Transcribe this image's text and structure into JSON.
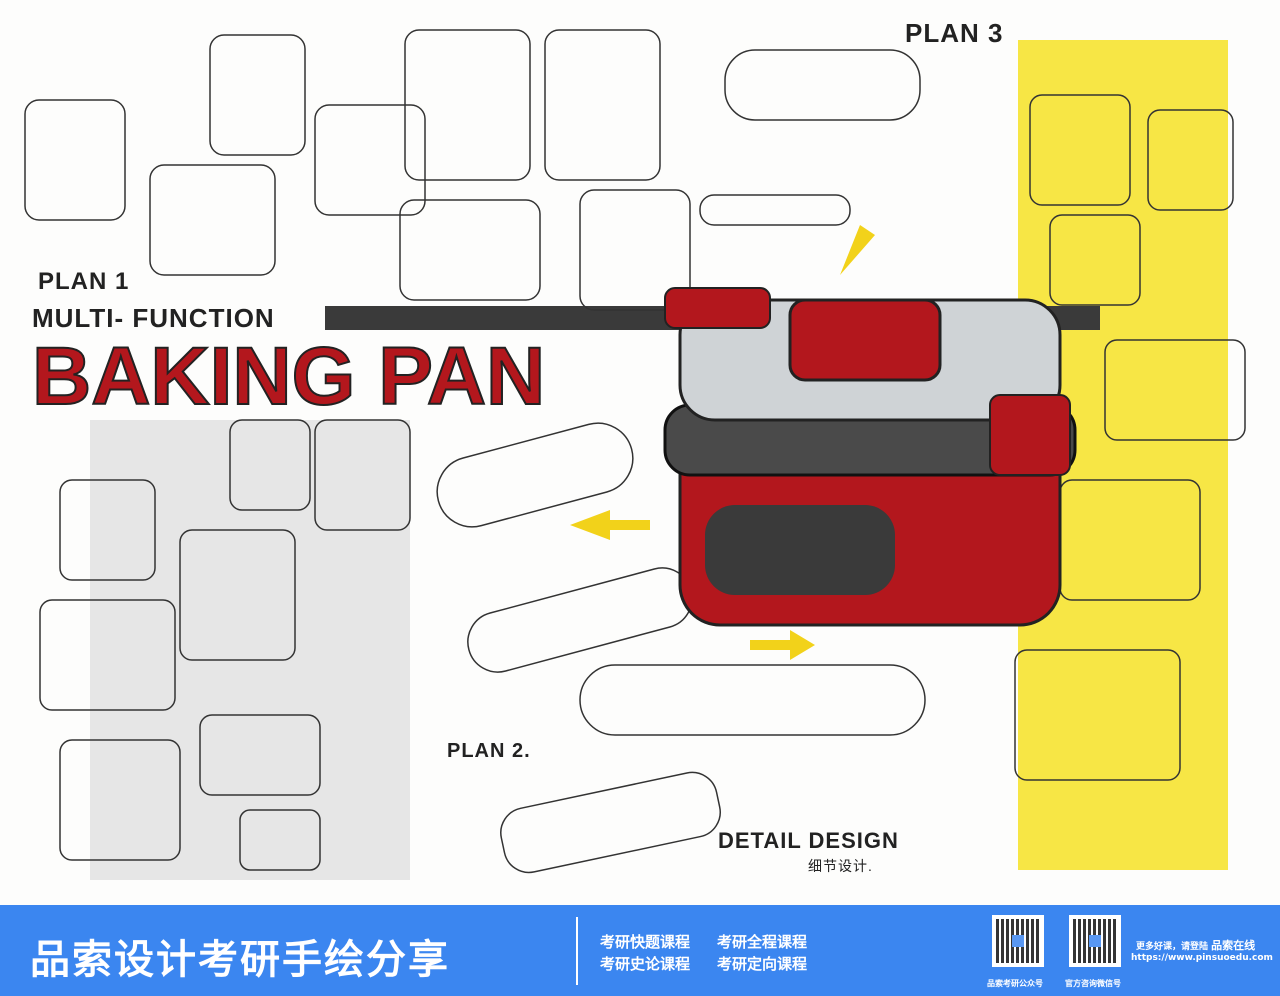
{
  "poster": {
    "plan1": "PLAN 1",
    "multi_function": "MULTI- FUNCTION",
    "baking_pan": "BAKING PAN",
    "plan2": "PLAN 2.",
    "plan3": "PLAN 3",
    "detail_design": "DETAIL DESIGN",
    "detail_design_cn": "细节设计.",
    "colors": {
      "red": "#b3171d",
      "yellow": "#f7e645",
      "gray": "#e4e4e4"
    }
  },
  "banner": {
    "title": "品索设计考研手绘分享",
    "courses": [
      "考研快题课程",
      "考研全程课程",
      "考研史论课程",
      "考研定向课程"
    ],
    "qr1_caption": "品索考研公众号",
    "qr2_caption": "官方咨询微信号",
    "promo": "更多好课，请登陆",
    "brand": "品索在线",
    "url": "https://www.pinsuoedu.com",
    "color": "#3b86f0"
  }
}
